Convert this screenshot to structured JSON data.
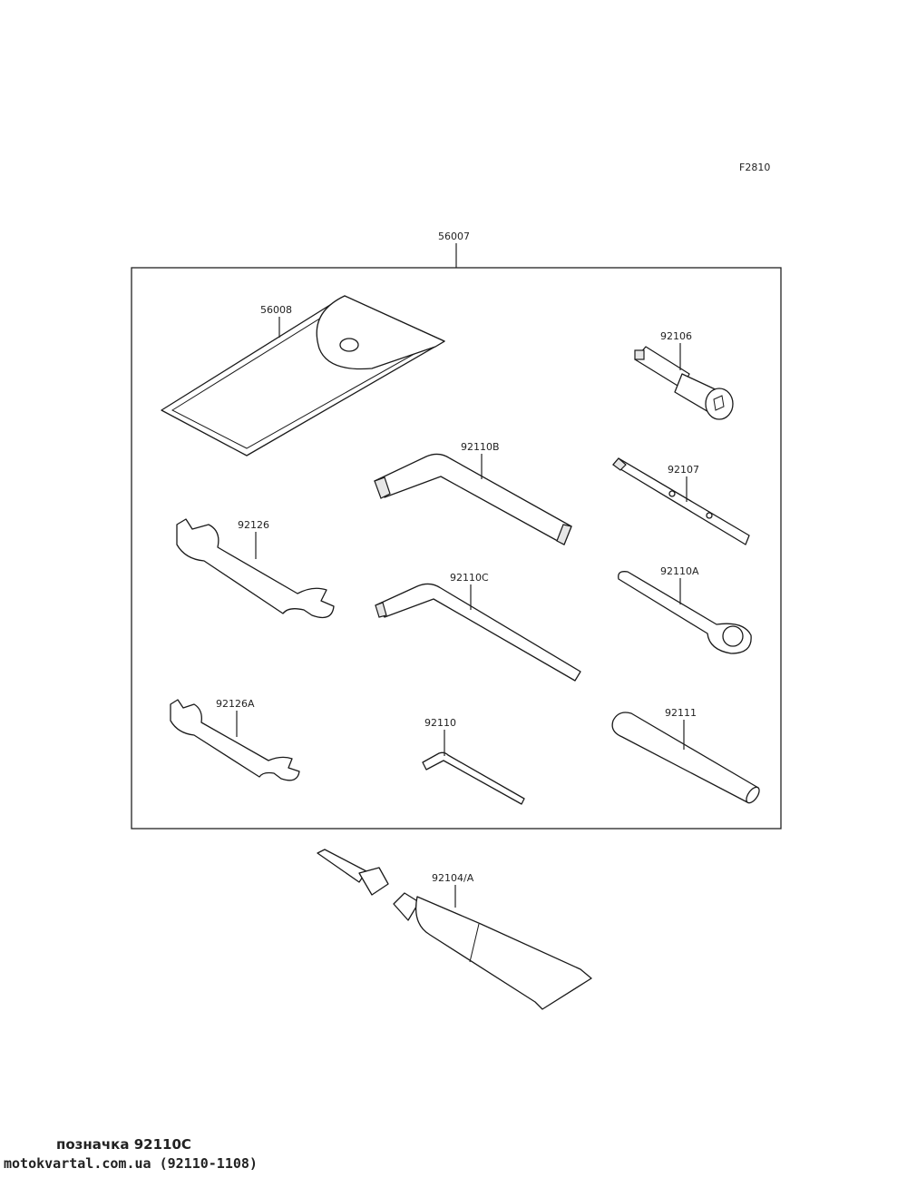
{
  "figure_code": "F2810",
  "labels": {
    "kit": "56007",
    "pouch": "56008",
    "hex_handle": "92106",
    "hex_wrench_b": "92110B",
    "screwdriver": "92107",
    "wrench_92126": "92126",
    "hex_wrench_c": "92110C",
    "ring_wrench": "92110A",
    "wrench_92126a": "92126A",
    "hex_key_small": "92110",
    "extension_pipe": "92111",
    "grease_tube": "92104/A"
  },
  "caption": {
    "line1": "позначка 92110C",
    "line2": "motokvartal.com.ua (92110-1108)"
  }
}
